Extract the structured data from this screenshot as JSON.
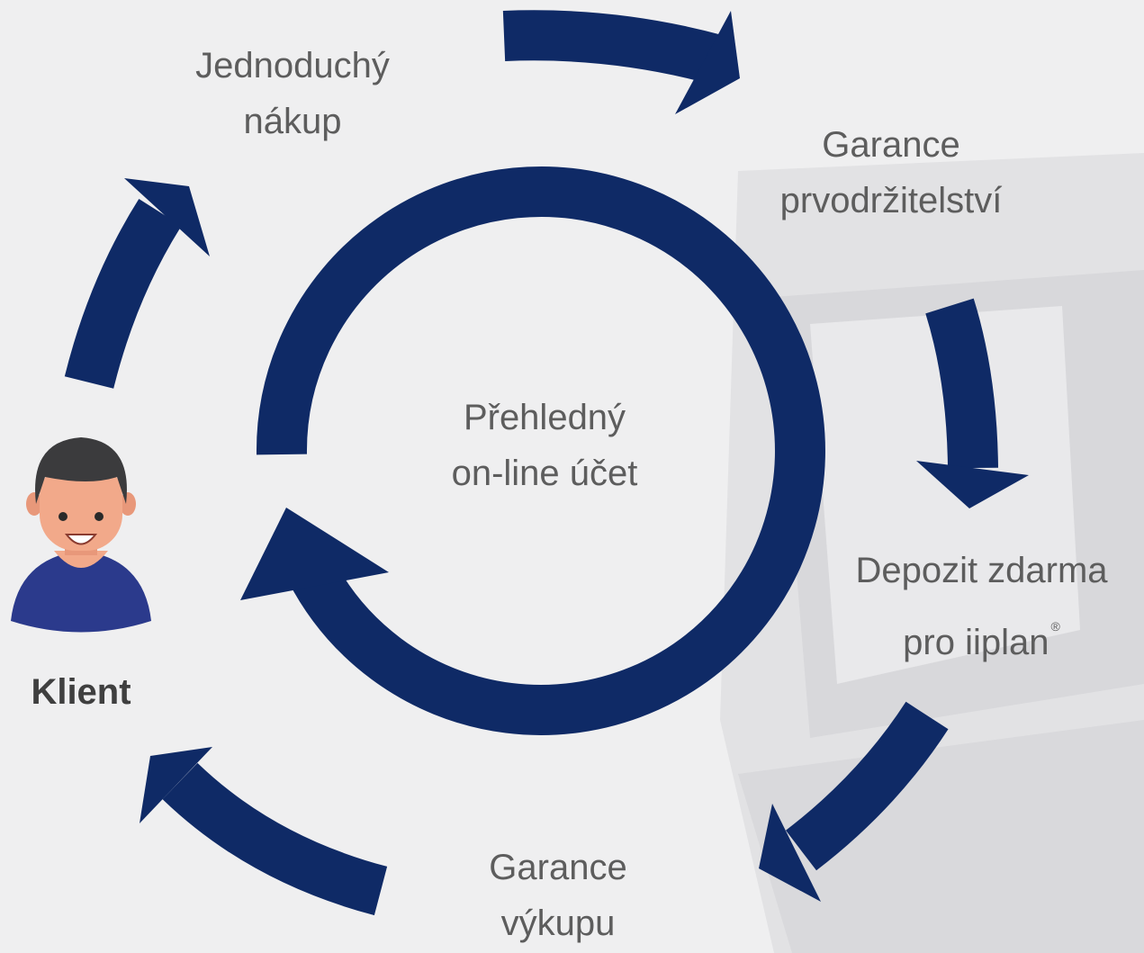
{
  "colors": {
    "background": "#efeff0",
    "arrow": "#0f2a66",
    "label_text": "#5d5d5d",
    "client_label": "#3f3f3f",
    "avatar_hair": "#3b3b3d",
    "avatar_skin": "#f2a98a",
    "avatar_shirt": "#2b3a8c"
  },
  "steps": {
    "simple_purchase": [
      "Jednoduchý",
      "nákup"
    ],
    "ownership_guarantee": [
      "Garance",
      "prvodržitelství"
    ],
    "free_deposit": [
      "Depozit zdarma",
      "pro iiplan"
    ],
    "free_deposit_mark": "®",
    "buyback_guarantee": [
      "Garance",
      "výkupu"
    ]
  },
  "center": [
    "Přehledný",
    "on-line účet"
  ],
  "client": {
    "label": "Klient",
    "icon": "person-avatar-icon"
  },
  "icons": {
    "outer_arrows": "curved-arrow-icon",
    "center_loop": "circular-arrow-icon"
  }
}
